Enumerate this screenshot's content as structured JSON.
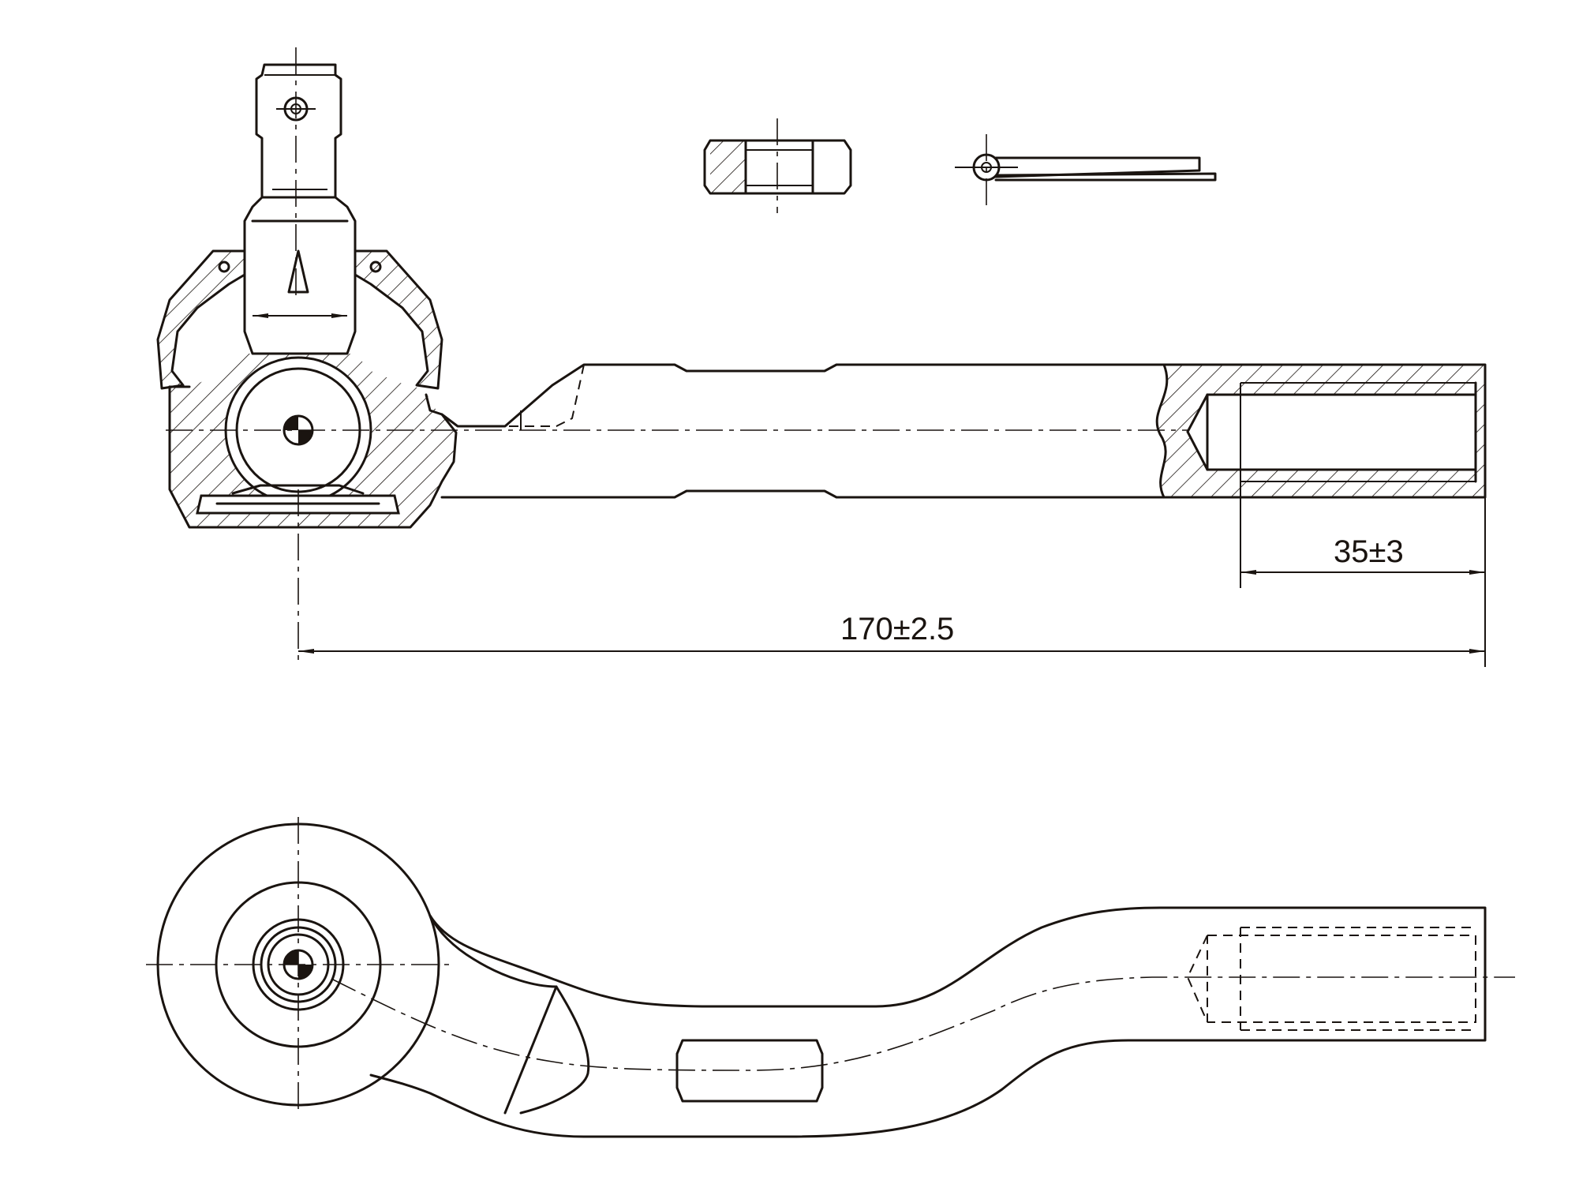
{
  "drawing": {
    "line_color": "#1a1410",
    "background": "#ffffff",
    "dimensions": [
      {
        "id": "thread-depth",
        "label": "35±3"
      },
      {
        "id": "overall-length",
        "label": "170±2.5"
      }
    ]
  }
}
